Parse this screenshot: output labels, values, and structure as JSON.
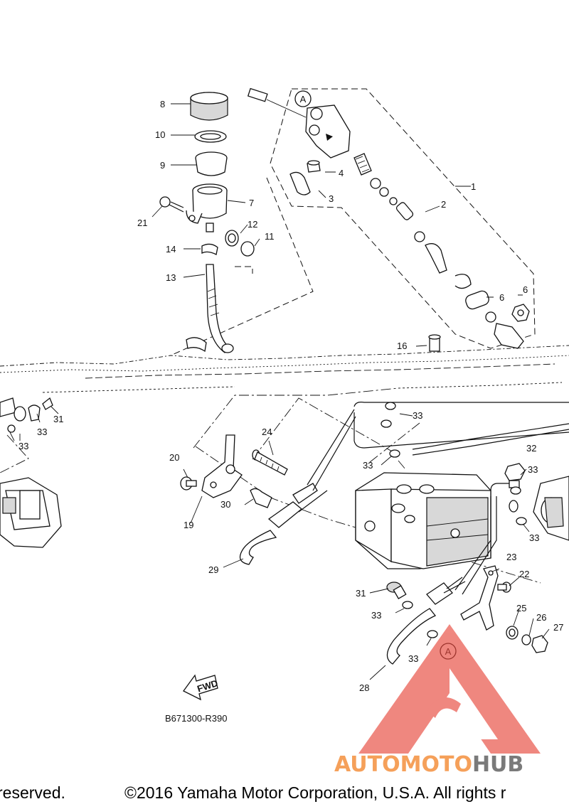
{
  "diagram": {
    "code": "B671300-R390",
    "fwd_label": "FWD",
    "callout_letter": "A",
    "part_numbers": [
      "1",
      "2",
      "3",
      "4",
      "6",
      "6",
      "7",
      "8",
      "9",
      "10",
      "11",
      "12",
      "13",
      "14",
      "16",
      "19",
      "20",
      "21",
      "22",
      "23",
      "24",
      "25",
      "26",
      "27",
      "28",
      "29",
      "30",
      "31",
      "31",
      "32",
      "33",
      "33",
      "33",
      "33",
      "33",
      "33",
      "33",
      "33"
    ]
  },
  "footer": {
    "copyright_left": "reserved.",
    "copyright_right": "©2016 Yamaha Motor Corporation, U.S.A. All rights r"
  },
  "watermark": {
    "brand_orange": "AUTOMOTO",
    "brand_gray": "HUB",
    "colors": {
      "orange": "#f5a05a",
      "gray": "#7a7a7a",
      "red": "#e8483c"
    }
  }
}
